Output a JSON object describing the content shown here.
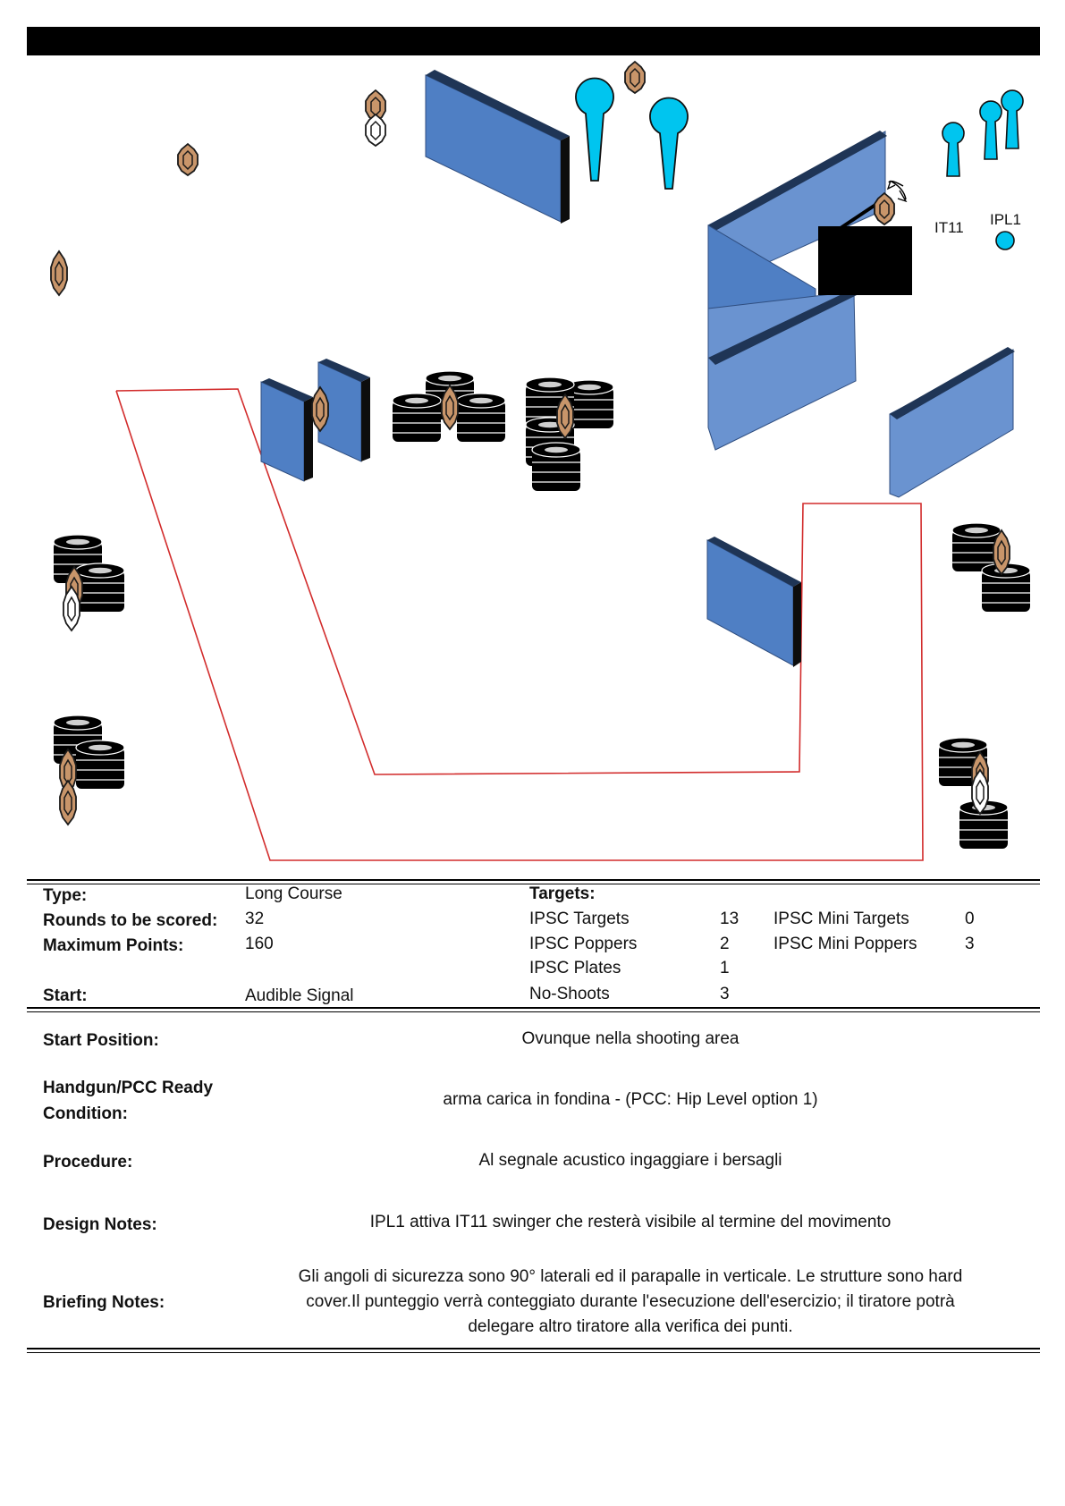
{
  "diagram": {
    "labels": {
      "it11": "IT11",
      "ipl1": "IPL1"
    }
  },
  "info": {
    "type_label": "Type:",
    "type_value": "Long Course",
    "rounds_label": "Rounds to be scored:",
    "rounds_value": "32",
    "points_label": "Maximum Points:",
    "points_value": "160",
    "start_label": "Start:",
    "start_value": "Audible Signal",
    "targets_label": "Targets:",
    "targets": [
      {
        "name": "IPSC Targets",
        "count": "13"
      },
      {
        "name": "IPSC Poppers",
        "count": "2"
      },
      {
        "name": "IPSC Plates",
        "count": "1"
      },
      {
        "name": "No-Shoots",
        "count": "3"
      }
    ],
    "mini_targets": [
      {
        "name": "IPSC Mini Targets",
        "count": "0"
      },
      {
        "name": "IPSC Mini Poppers",
        "count": "3"
      }
    ]
  },
  "details": {
    "start_position_label": "Start Position:",
    "start_position_value": "Ovunque nella shooting area",
    "ready_label_1": "Handgun/PCC Ready",
    "ready_label_2": "Condition:",
    "ready_value": "arma carica in fondina - (PCC: Hip Level option 1)",
    "procedure_label": "Procedure:",
    "procedure_value": "Al segnale acustico ingaggiare i bersagli",
    "design_label": "Design Notes:",
    "design_value": "IPL1 attiva IT11 swinger che resterà visibile al termine del movimento",
    "briefing_label": "Briefing Notes:",
    "briefing_value_1": "Gli angoli di sicurezza sono 90° laterali ed il parapalle in verticale. Le strutture sono hard",
    "briefing_value_2": "cover.Il punteggio verrà conteggiato durante l'esecuzione dell'esercizio; il tiratore potrà",
    "briefing_value_3": "delegare altro tiratore alla verifica  dei punti."
  },
  "colors": {
    "wall_face": "#4f7fc4",
    "wall_top": "#1f3556",
    "popper": "#00c5ef",
    "target": "#c8956a",
    "boundary": "#d22c2c",
    "barrel": "#000000"
  }
}
